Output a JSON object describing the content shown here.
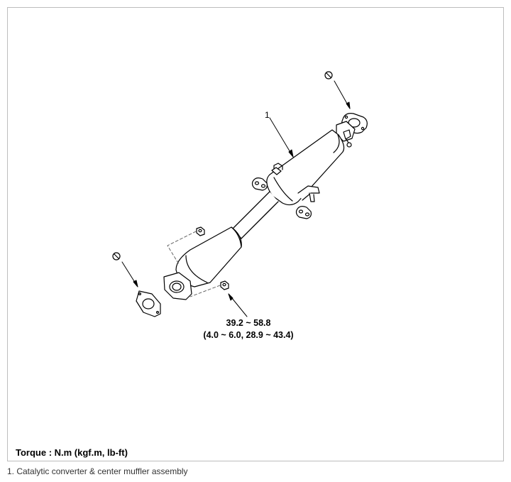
{
  "diagram": {
    "part_callout": "1",
    "torque_value": "39.2 ~ 58.8",
    "torque_alt": "(4.0 ~ 6.0, 28.9 ~ 43.4)"
  },
  "torque_label": "Torque : N.m (kgf.m, lb-ft)",
  "caption": "1. Catalytic converter & center muffler assembly",
  "icons": [
    "no-reuse-icon",
    "no-reuse-icon"
  ]
}
